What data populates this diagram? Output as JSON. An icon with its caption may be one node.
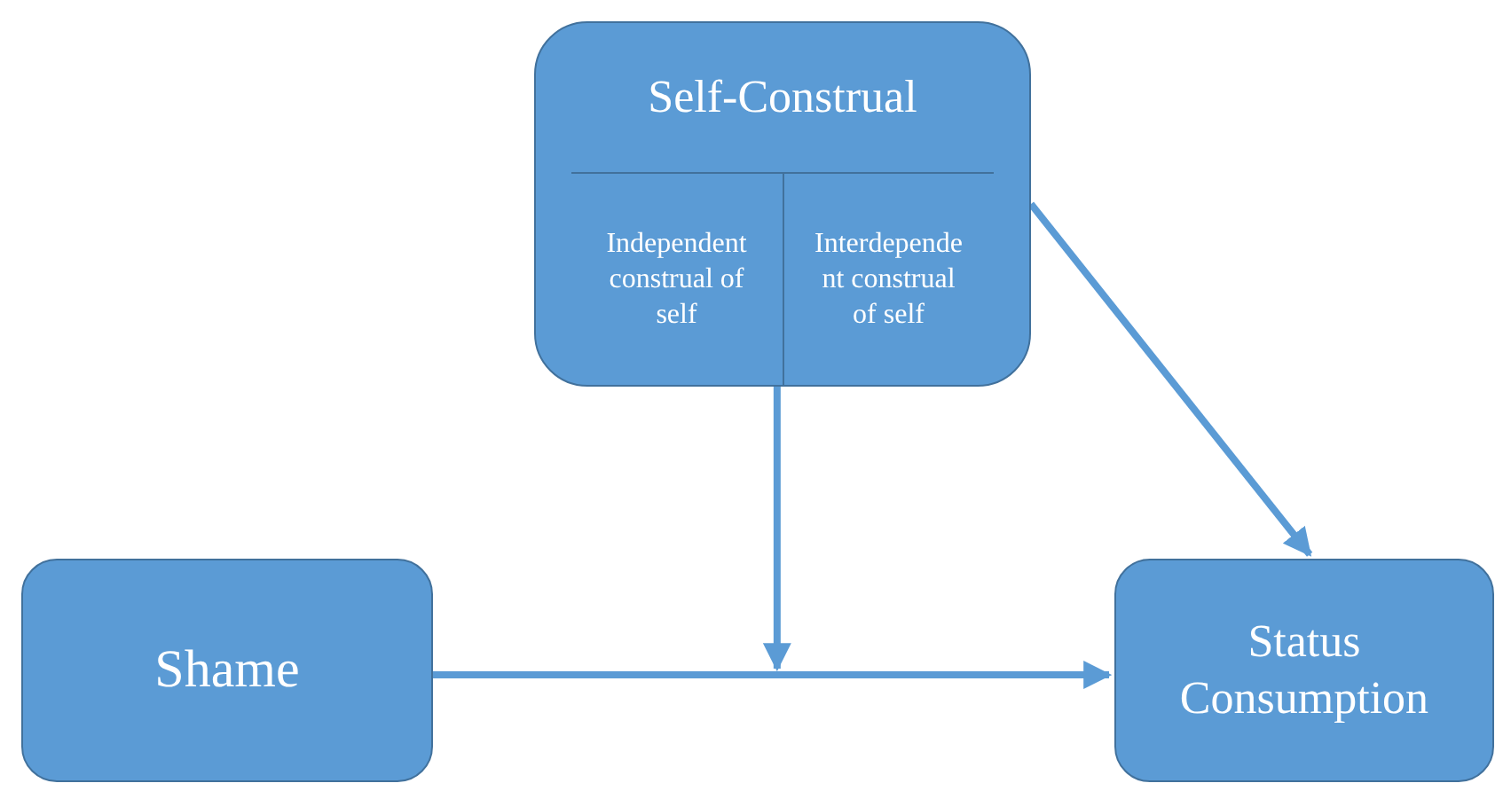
{
  "diagram": {
    "nodes": [
      {
        "text": [
          "Self-Construal"
        ]
      },
      {
        "text": [
          "Independent construal of self"
        ],
        "in": 0
      },
      {
        "text": [
          "Interdependent construal of self"
        ],
        "in": 0
      },
      {
        "text": [
          "Shame"
        ]
      },
      {
        "text": [
          "Status Consumption"
        ]
      }
    ],
    "edges": [
      {
        "from": 3,
        "to": 4,
        "arrow": "to"
      },
      {
        "from": 0,
        "to": null,
        "arrow": "to"
      },
      {
        "from": 2,
        "to": 4,
        "arrow": "to"
      }
    ]
  }
}
